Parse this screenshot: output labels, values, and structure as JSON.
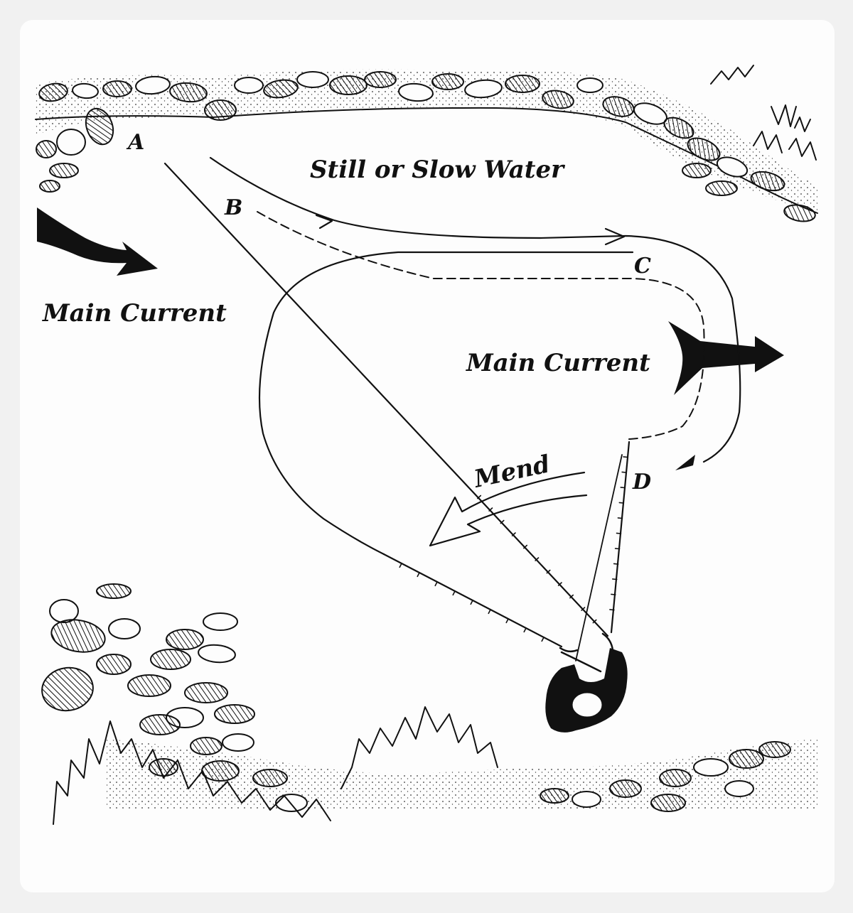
{
  "labels": {
    "still_water": "Still or Slow Water",
    "main_current_left": "Main Current",
    "main_current_right": "Main Current",
    "mend": "Mend",
    "point_a": "A",
    "point_b": "B",
    "point_c": "C",
    "point_d": "D"
  },
  "colors": {
    "ink": "#111111",
    "paper": "#fdfdfd",
    "background": "#f1f1f1"
  }
}
